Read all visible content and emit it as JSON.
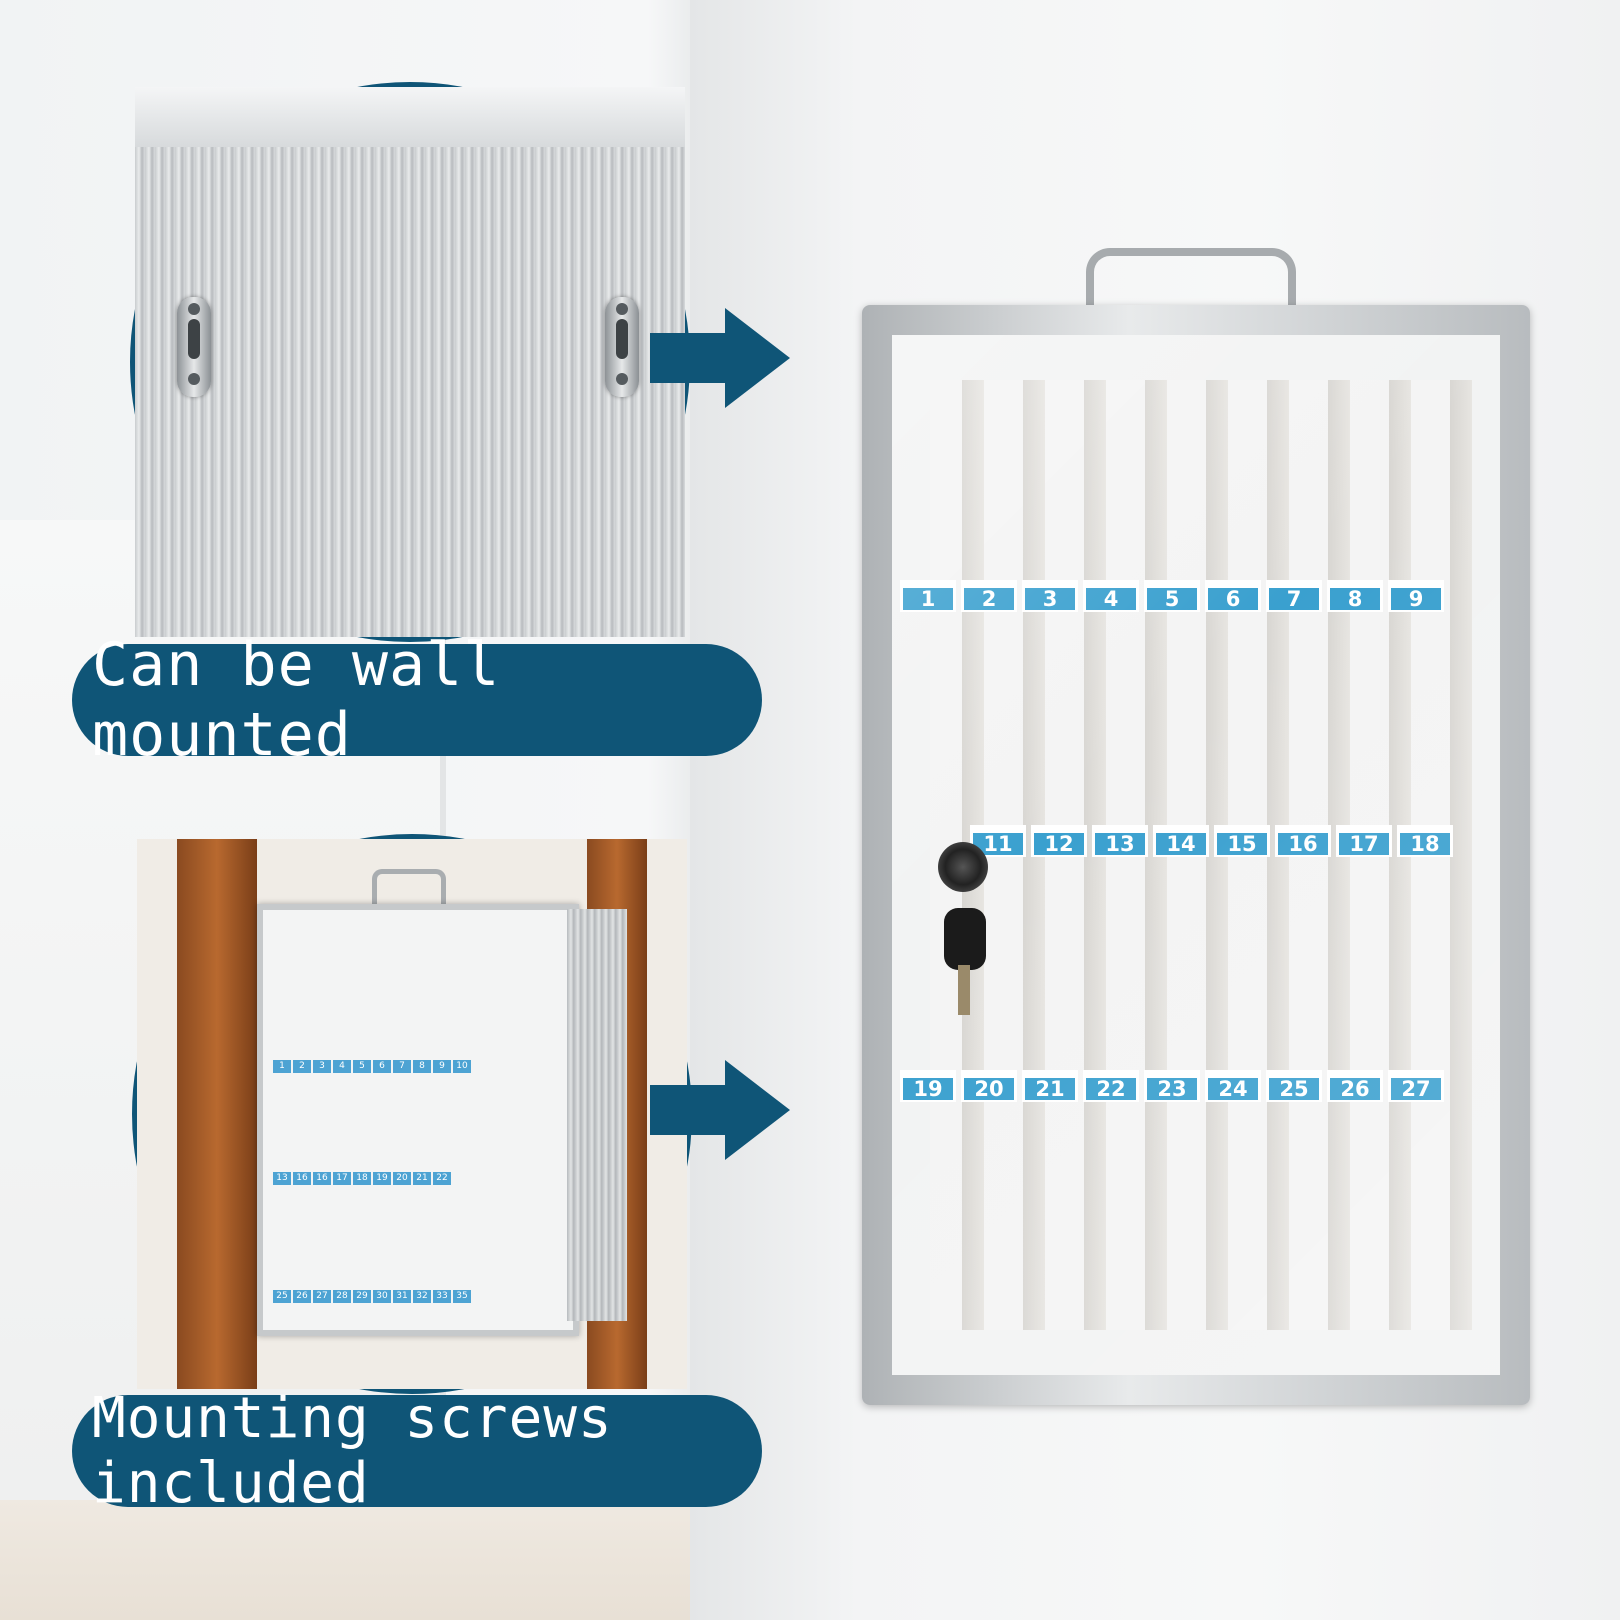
{
  "captions": {
    "top": "Can be wall mounted",
    "bottom": "Mounting screws included"
  },
  "cabinet": {
    "label_rows": [
      [
        "1",
        "2",
        "3",
        "4",
        "5",
        "6",
        "7",
        "8",
        "9"
      ],
      [
        "11",
        "12",
        "13",
        "14",
        "15",
        "16",
        "17",
        "18"
      ],
      [
        "19",
        "20",
        "21",
        "22",
        "23",
        "24",
        "25",
        "26",
        "27"
      ]
    ]
  },
  "mini_cabinet": {
    "label_rows": [
      [
        "1",
        "2",
        "3",
        "4",
        "5",
        "6",
        "7",
        "8",
        "9",
        "10"
      ],
      [
        "13",
        "16",
        "16",
        "17",
        "18",
        "19",
        "20",
        "21",
        "22"
      ],
      [
        "25",
        "26",
        "27",
        "28",
        "29",
        "30",
        "31",
        "32",
        "33",
        "35"
      ]
    ]
  },
  "colors": {
    "accent": "#0f5577",
    "label_blue": "#3aa0cf"
  }
}
